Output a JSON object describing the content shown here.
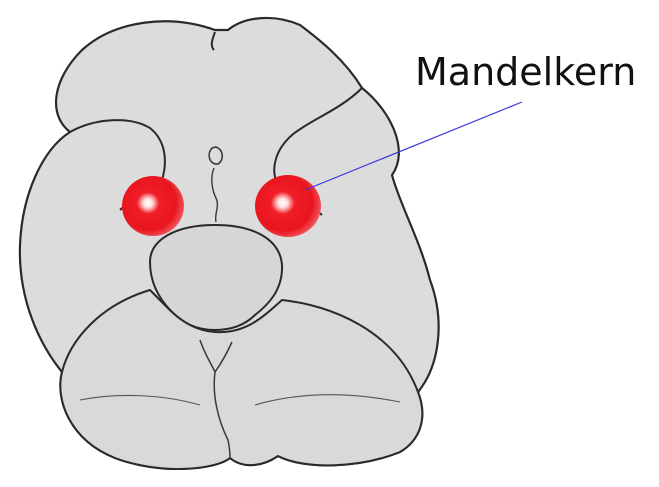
{
  "diagram": {
    "label": "Mandelkern",
    "colors": {
      "brain_fill": "#dcdcdc",
      "brain_outline": "#2a2a2a",
      "highlight": "#e8141e",
      "leader_line": "#3a3adc"
    },
    "parts": [
      "frontal-lobe",
      "temporal-lobe-left",
      "temporal-lobe-right",
      "brainstem",
      "cerebellum",
      "amygdala-left",
      "amygdala-right"
    ]
  }
}
